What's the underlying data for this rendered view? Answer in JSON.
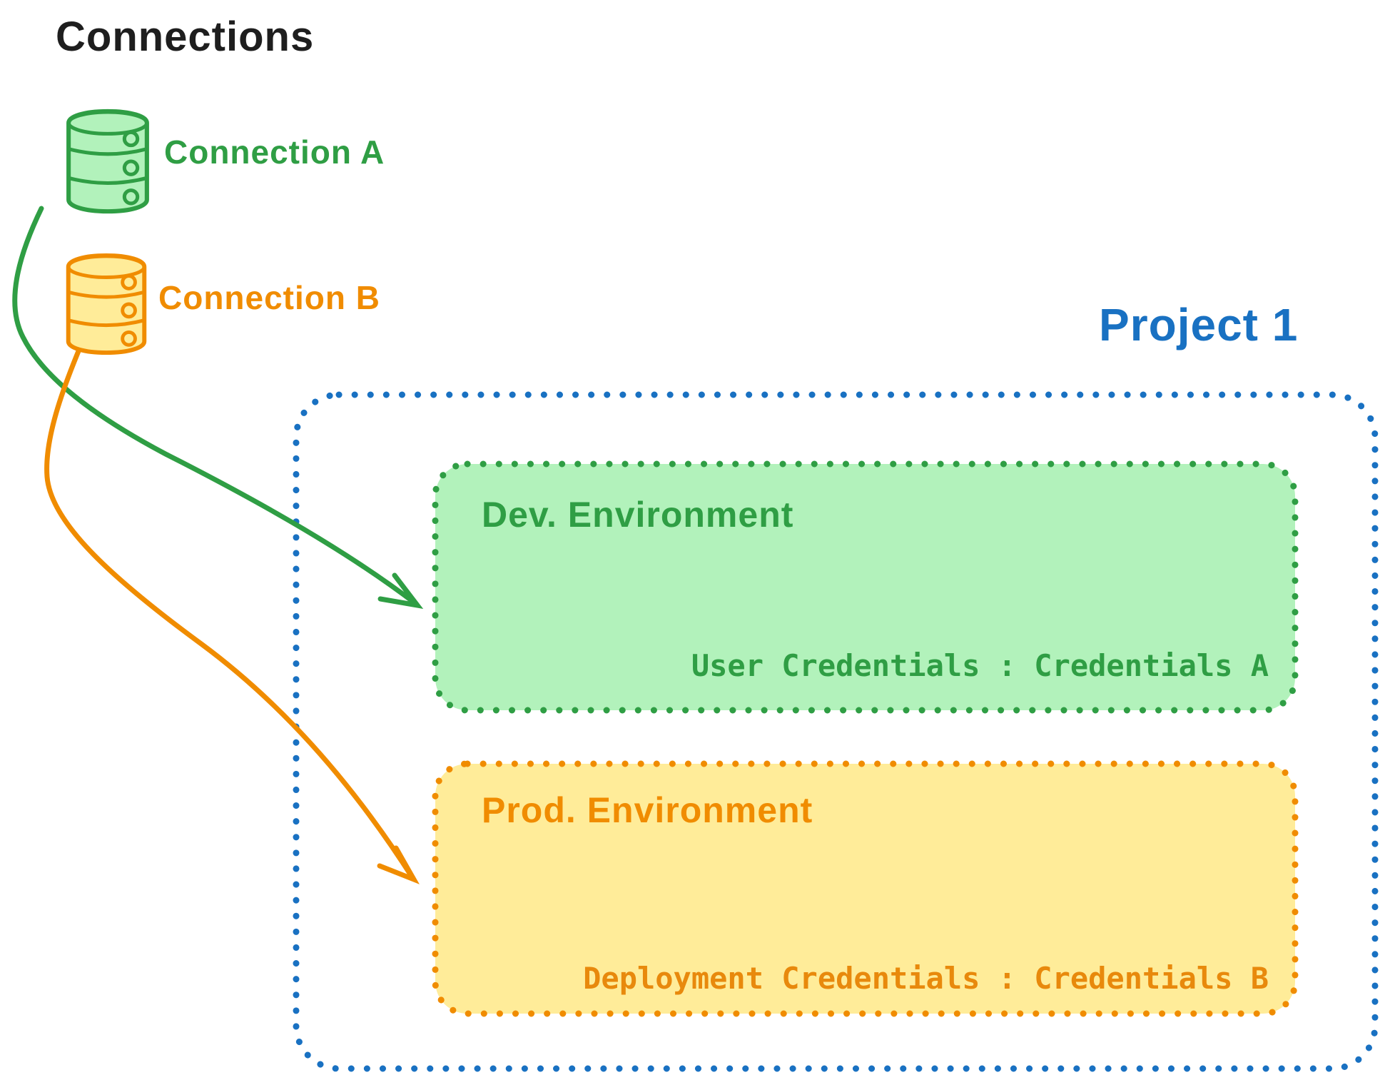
{
  "title": "Connections",
  "colors": {
    "text": "#1e1e1e",
    "green_stroke": "#2f9e44",
    "green_fill": "#b2f2bb",
    "orange_stroke": "#f08c00",
    "orange_fill": "#ffec99",
    "orange_text": "#e8890c",
    "blue": "#1971c2"
  },
  "connections": [
    {
      "label": "Connection A",
      "color": "#2f9e44",
      "icon": "database-icon"
    },
    {
      "label": "Connection B",
      "color": "#f08c00",
      "icon": "database-icon"
    }
  ],
  "project": {
    "title": "Project 1",
    "environments": [
      {
        "name": "Dev. Environment",
        "credentials": "User Credentials : Credentials A",
        "color": "#2f9e44",
        "fill": "#b2f2bb"
      },
      {
        "name": "Prod. Environment",
        "credentials": "Deployment Credentials : Credentials B",
        "color": "#f08c00",
        "fill": "#ffec99"
      }
    ]
  },
  "arrows": [
    {
      "from": "connection-a",
      "to": "dev-environment",
      "color": "#2f9e44"
    },
    {
      "from": "connection-b",
      "to": "prod-environment",
      "color": "#f08c00"
    }
  ]
}
